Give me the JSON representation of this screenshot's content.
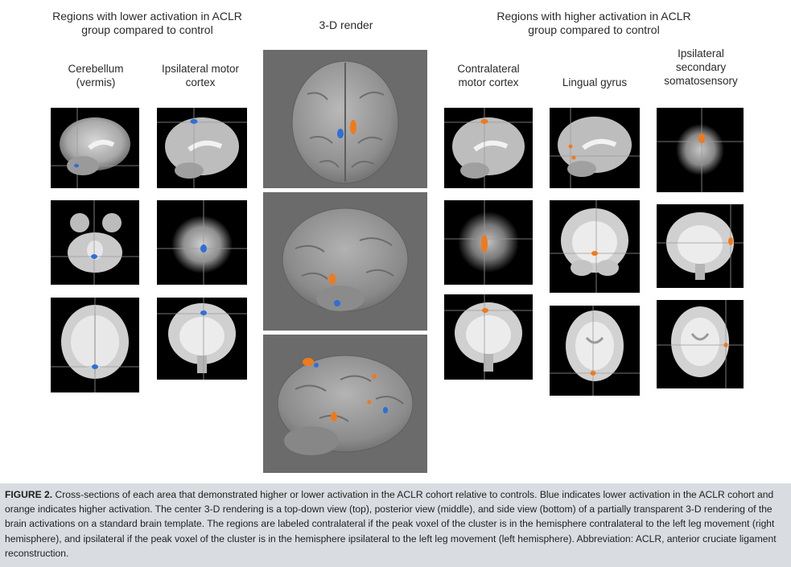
{
  "headers": {
    "lower": "Regions with lower activation in ACLR group compared to control",
    "render": "3-D render",
    "higher": "Regions with higher activation in ACLR group compared to control"
  },
  "columns": {
    "cerebellum": "Cerebellum (vermis)",
    "ipsi_motor": "Ipsilateral motor cortex",
    "contra_motor": "Contralateral motor cortex",
    "lingual": "Lingual gyrus",
    "ipsi_somato": "Ipsilateral secondary somatosensory"
  },
  "caption": {
    "label": "FIGURE 2.",
    "text": "Cross-sections of each area that demonstrated higher or lower activation in the ACLR cohort relative to controls. Blue indicates lower activation in the ACLR cohort and orange indicates higher activation. The center 3-D rendering is a top-down view (top), posterior view (middle), and side view (bottom) of a partially transparent 3-D rendering of the brain activations on a standard brain template. The regions are labeled contralateral if the peak voxel of the cluster is in the hemisphere contralateral to the left leg movement (right hemisphere), and ipsilateral if the peak voxel of the cluster is in the hemisphere ipsilateral to the left leg movement (left hemisphere). Abbreviation: ACLR, anterior cruciate ligament reconstruction."
  },
  "colors": {
    "lower_activation": "#2f6fd6",
    "higher_activation": "#f07a1a",
    "render_background": "#6b6b6b",
    "caption_background": "#d9dde2"
  }
}
